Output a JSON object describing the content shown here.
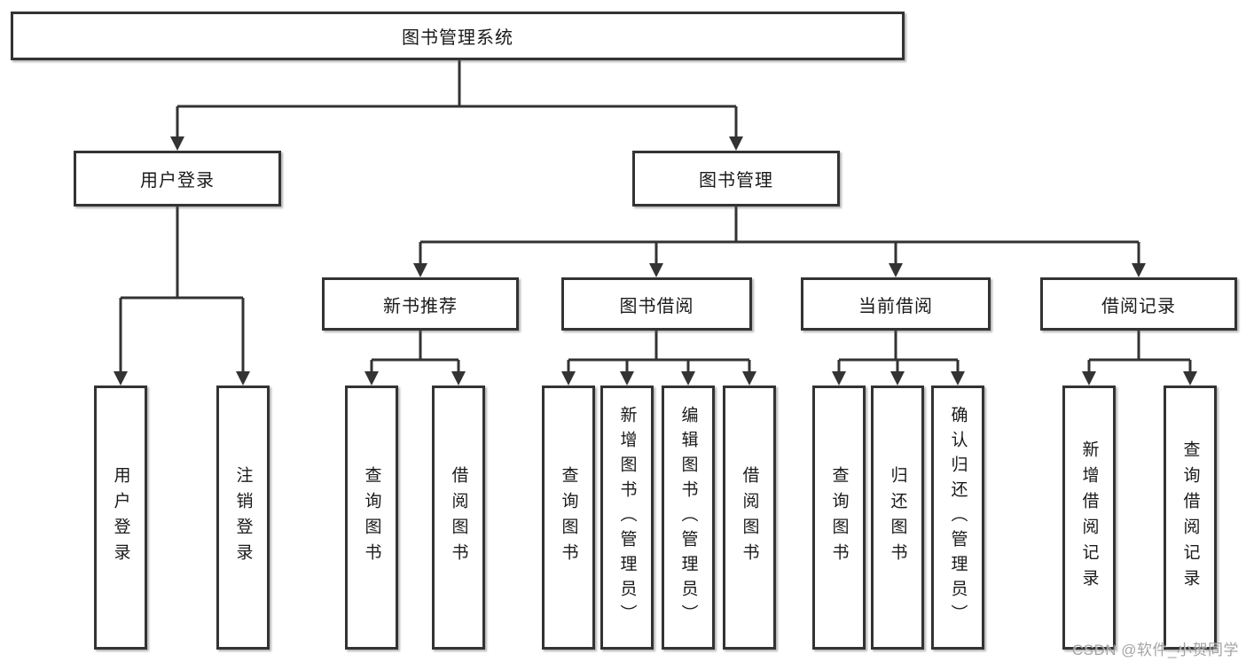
{
  "diagram": {
    "root": {
      "label": "图书管理系统"
    },
    "level2": [
      {
        "label": "用户登录"
      },
      {
        "label": "图书管理"
      }
    ],
    "level3": [
      {
        "label": "新书推荐"
      },
      {
        "label": "图书借阅"
      },
      {
        "label": "当前借阅"
      },
      {
        "label": "借阅记录"
      }
    ],
    "leaves": {
      "user": [
        "用户登录",
        "注销登录"
      ],
      "recommend": [
        "查询图书",
        "借阅图书"
      ],
      "borrow": [
        "查询图书",
        "新增图书（管理员）",
        "编辑图书（管理员）",
        "借阅图书"
      ],
      "current": [
        "查询图书",
        "归还图书",
        "确认归还（管理员）"
      ],
      "records": [
        "新增借阅记录",
        "查询借阅记录"
      ]
    }
  },
  "watermark": {
    "text": "CSDN @软件_小贺同学"
  },
  "colors": {
    "line": "#333333",
    "box_border": "#333333",
    "box_fill": "#ffffff",
    "text": "#1a1a1a",
    "watermark": "#949494"
  }
}
